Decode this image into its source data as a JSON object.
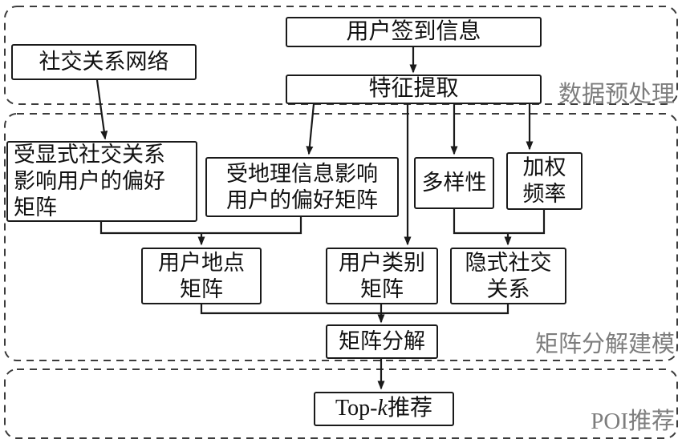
{
  "sections": [
    {
      "id": "data_preprocessing",
      "label": "数据预处理"
    },
    {
      "id": "matrix_factorization_modeling",
      "label": "矩阵分解建模"
    },
    {
      "id": "poi_recommendation",
      "label": "POI推荐"
    }
  ],
  "nodes": {
    "social_network": {
      "label": "社交关系网络"
    },
    "checkin_info": {
      "label": "用户签到信息"
    },
    "feature_extraction": {
      "label": "特征提取"
    },
    "explicit_social_matrix": {
      "label": "受显式社交关系影响用户的偏好矩阵",
      "line1": "受显式社交关系",
      "line2": "影响用户的偏好",
      "line3": "矩阵"
    },
    "geo_matrix": {
      "label": "受地理信息影响用户的偏好矩阵",
      "line1": "受地理信息影响",
      "line2": "用户的偏好矩阵"
    },
    "diversity": {
      "label": "多样性"
    },
    "weighted_frequency": {
      "label": "加权频率",
      "line1": "加权",
      "line2": "频率"
    },
    "user_location_matrix": {
      "label": "用户地点矩阵",
      "line1": "用户地点",
      "line2": "矩阵"
    },
    "user_category_matrix": {
      "label": "用户类别矩阵",
      "line1": "用户类别",
      "line2": "矩阵"
    },
    "implicit_social": {
      "label": "隐式社交关系",
      "line1": "隐式社交",
      "line2": "关系"
    },
    "matrix_factorization": {
      "label": "矩阵分解"
    },
    "topk": {
      "prefix": "Top-",
      "italic_k": "k",
      "suffix": "推荐"
    }
  },
  "edges": [
    {
      "from": "checkin_info",
      "to": "feature_extraction"
    },
    {
      "from": "social_network",
      "to": "explicit_social_matrix"
    },
    {
      "from": "feature_extraction",
      "to": "geo_matrix"
    },
    {
      "from": "feature_extraction",
      "to": "diversity"
    },
    {
      "from": "feature_extraction",
      "to": "weighted_frequency"
    },
    {
      "from": "feature_extraction",
      "to": "user_category_matrix"
    },
    {
      "from": "explicit_social_matrix",
      "to": "user_location_matrix"
    },
    {
      "from": "geo_matrix",
      "to": "user_location_matrix"
    },
    {
      "from": "diversity",
      "to": "implicit_social"
    },
    {
      "from": "weighted_frequency",
      "to": "implicit_social"
    },
    {
      "from": "user_location_matrix",
      "to": "matrix_factorization"
    },
    {
      "from": "user_category_matrix",
      "to": "matrix_factorization"
    },
    {
      "from": "implicit_social",
      "to": "matrix_factorization"
    },
    {
      "from": "matrix_factorization",
      "to": "topk"
    }
  ],
  "colors": {
    "background": "#ffffff",
    "box_border": "#1a1a1a",
    "text": "#111111",
    "section_label": "#7d7d7d",
    "arrow": "#1a1a1a",
    "dashed_border": "#3c3c3c"
  }
}
